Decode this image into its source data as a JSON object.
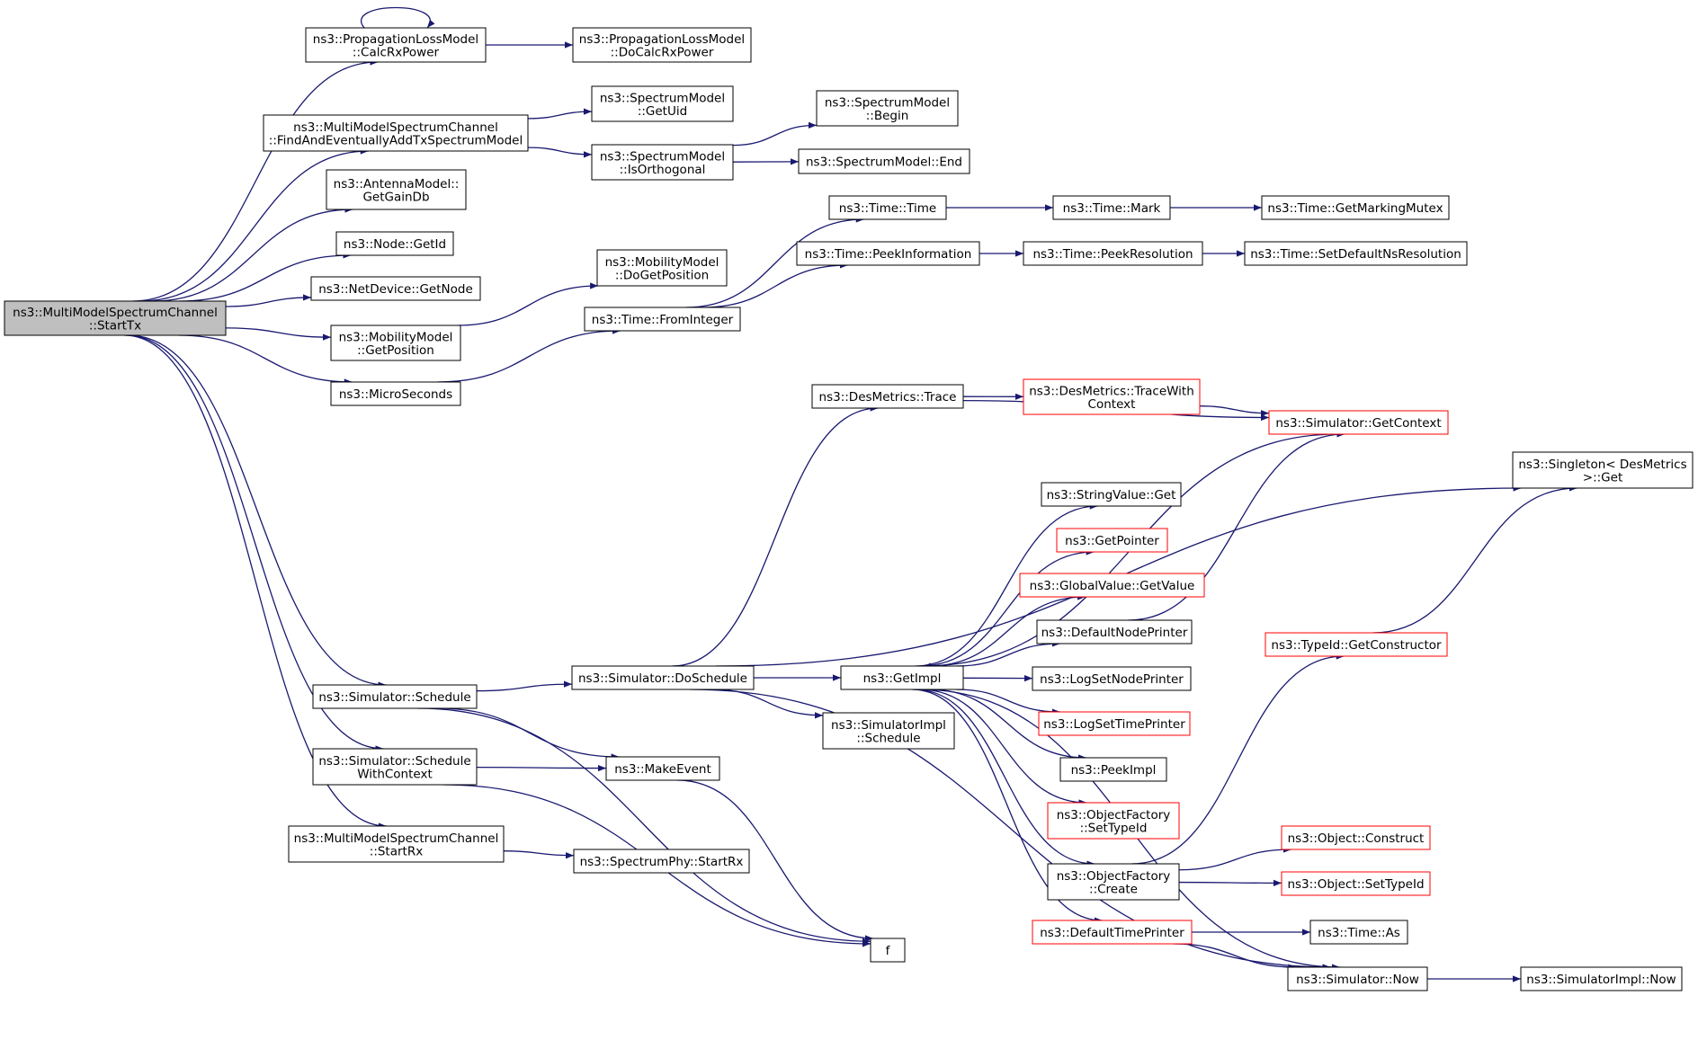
{
  "colors": {
    "edge": "#191970",
    "node_border": "#000000",
    "incomplete_border": "#ff0000",
    "root_fill": "#bfbfbf"
  },
  "nodes": [
    {
      "id": "startTx",
      "lines": [
        "ns3::MultiModelSpectrumChannel",
        "::StartTx"
      ],
      "style": "root"
    },
    {
      "id": "calcRx",
      "lines": [
        "ns3::PropagationLossModel",
        "::CalcRxPower"
      ],
      "style": "normal"
    },
    {
      "id": "doCalcRx",
      "lines": [
        "ns3::PropagationLossModel",
        "::DoCalcRxPower"
      ],
      "style": "normal"
    },
    {
      "id": "findAdd",
      "lines": [
        "ns3::MultiModelSpectrumChannel",
        "::FindAndEventuallyAddTxSpectrumModel"
      ],
      "style": "normal"
    },
    {
      "id": "getUid",
      "lines": [
        "ns3::SpectrumModel",
        "::GetUid"
      ],
      "style": "normal"
    },
    {
      "id": "isOrtho",
      "lines": [
        "ns3::SpectrumModel",
        "::IsOrthogonal"
      ],
      "style": "normal"
    },
    {
      "id": "smBegin",
      "lines": [
        "ns3::SpectrumModel",
        "::Begin"
      ],
      "style": "normal"
    },
    {
      "id": "smEnd",
      "lines": [
        "ns3::SpectrumModel::End"
      ],
      "style": "normal"
    },
    {
      "id": "gainDb",
      "lines": [
        "ns3::AntennaModel::",
        "GetGainDb"
      ],
      "style": "normal"
    },
    {
      "id": "nodeGetId",
      "lines": [
        "ns3::Node::GetId"
      ],
      "style": "normal"
    },
    {
      "id": "getNode",
      "lines": [
        "ns3::NetDevice::GetNode"
      ],
      "style": "normal"
    },
    {
      "id": "getPos",
      "lines": [
        "ns3::MobilityModel",
        "::GetPosition"
      ],
      "style": "normal"
    },
    {
      "id": "doGetPos",
      "lines": [
        "ns3::MobilityModel",
        "::DoGetPosition"
      ],
      "style": "normal"
    },
    {
      "id": "micro",
      "lines": [
        "ns3::MicroSeconds"
      ],
      "style": "normal"
    },
    {
      "id": "fromInt",
      "lines": [
        "ns3::Time::FromInteger"
      ],
      "style": "normal"
    },
    {
      "id": "timeTime",
      "lines": [
        "ns3::Time::Time"
      ],
      "style": "normal"
    },
    {
      "id": "timeMark",
      "lines": [
        "ns3::Time::Mark"
      ],
      "style": "normal"
    },
    {
      "id": "markMutex",
      "lines": [
        "ns3::Time::GetMarkingMutex"
      ],
      "style": "normal"
    },
    {
      "id": "peekInfo",
      "lines": [
        "ns3::Time::PeekInformation"
      ],
      "style": "normal"
    },
    {
      "id": "peekRes",
      "lines": [
        "ns3::Time::PeekResolution"
      ],
      "style": "normal"
    },
    {
      "id": "setDefRes",
      "lines": [
        "ns3::Time::SetDefaultNsResolution"
      ],
      "style": "normal"
    },
    {
      "id": "desTrace",
      "lines": [
        "ns3::DesMetrics::Trace"
      ],
      "style": "normal"
    },
    {
      "id": "traceWith",
      "lines": [
        "ns3::DesMetrics::TraceWith",
        "Context"
      ],
      "style": "red"
    },
    {
      "id": "getContext",
      "lines": [
        "ns3::Simulator::GetContext"
      ],
      "style": "red"
    },
    {
      "id": "singleton",
      "lines": [
        "ns3::Singleton< DesMetrics",
        " >::Get"
      ],
      "style": "normal"
    },
    {
      "id": "strGet",
      "lines": [
        "ns3::StringValue::Get"
      ],
      "style": "normal"
    },
    {
      "id": "getPointer",
      "lines": [
        "ns3::GetPointer"
      ],
      "style": "red"
    },
    {
      "id": "gvGetValue",
      "lines": [
        "ns3::GlobalValue::GetValue"
      ],
      "style": "red"
    },
    {
      "id": "defNodePr",
      "lines": [
        "ns3::DefaultNodePrinter"
      ],
      "style": "normal"
    },
    {
      "id": "getImpl",
      "lines": [
        "ns3::GetImpl"
      ],
      "style": "normal"
    },
    {
      "id": "logNodePr",
      "lines": [
        "ns3::LogSetNodePrinter"
      ],
      "style": "normal"
    },
    {
      "id": "logTimePr",
      "lines": [
        "ns3::LogSetTimePrinter"
      ],
      "style": "red"
    },
    {
      "id": "peekImpl",
      "lines": [
        "ns3::PeekImpl"
      ],
      "style": "normal"
    },
    {
      "id": "ofSetType",
      "lines": [
        "ns3::ObjectFactory",
        "::SetTypeId"
      ],
      "style": "red"
    },
    {
      "id": "ofCreate",
      "lines": [
        "ns3::ObjectFactory",
        "::Create"
      ],
      "style": "normal"
    },
    {
      "id": "defTimePr",
      "lines": [
        "ns3::DefaultTimePrinter"
      ],
      "style": "red"
    },
    {
      "id": "getCtor",
      "lines": [
        "ns3::TypeId::GetConstructor"
      ],
      "style": "red"
    },
    {
      "id": "objConstruct",
      "lines": [
        "ns3::Object::Construct"
      ],
      "style": "red"
    },
    {
      "id": "objSetType",
      "lines": [
        "ns3::Object::SetTypeId"
      ],
      "style": "red"
    },
    {
      "id": "timeAs",
      "lines": [
        "ns3::Time::As"
      ],
      "style": "normal"
    },
    {
      "id": "simNow",
      "lines": [
        "ns3::Simulator::Now"
      ],
      "style": "normal"
    },
    {
      "id": "implNow",
      "lines": [
        "ns3::SimulatorImpl::Now"
      ],
      "style": "normal"
    },
    {
      "id": "doSchedule",
      "lines": [
        "ns3::Simulator::DoSchedule"
      ],
      "style": "normal"
    },
    {
      "id": "implSched",
      "lines": [
        "ns3::SimulatorImpl",
        "::Schedule"
      ],
      "style": "normal"
    },
    {
      "id": "simSched",
      "lines": [
        "ns3::Simulator::Schedule"
      ],
      "style": "normal"
    },
    {
      "id": "schedCtx",
      "lines": [
        "ns3::Simulator::Schedule",
        "WithContext"
      ],
      "style": "normal"
    },
    {
      "id": "makeEvent",
      "lines": [
        "ns3::MakeEvent"
      ],
      "style": "normal"
    },
    {
      "id": "fNode",
      "lines": [
        "f"
      ],
      "style": "normal"
    },
    {
      "id": "startRx",
      "lines": [
        "ns3::MultiModelSpectrumChannel",
        "::StartRx"
      ],
      "style": "normal"
    },
    {
      "id": "phyStartRx",
      "lines": [
        "ns3::SpectrumPhy::StartRx"
      ],
      "style": "normal"
    }
  ],
  "edges": [
    [
      "startTx",
      "calcRx"
    ],
    [
      "calcRx",
      "calcRx"
    ],
    [
      "calcRx",
      "doCalcRx"
    ],
    [
      "startTx",
      "findAdd"
    ],
    [
      "findAdd",
      "getUid"
    ],
    [
      "findAdd",
      "isOrtho"
    ],
    [
      "isOrtho",
      "smBegin"
    ],
    [
      "isOrtho",
      "smEnd"
    ],
    [
      "startTx",
      "gainDb"
    ],
    [
      "startTx",
      "nodeGetId"
    ],
    [
      "startTx",
      "getNode"
    ],
    [
      "startTx",
      "getPos"
    ],
    [
      "getPos",
      "doGetPos"
    ],
    [
      "startTx",
      "micro"
    ],
    [
      "micro",
      "fromInt"
    ],
    [
      "fromInt",
      "timeTime"
    ],
    [
      "fromInt",
      "peekInfo"
    ],
    [
      "timeTime",
      "timeMark"
    ],
    [
      "timeMark",
      "markMutex"
    ],
    [
      "peekInfo",
      "peekRes"
    ],
    [
      "peekRes",
      "setDefRes"
    ],
    [
      "startTx",
      "simSched"
    ],
    [
      "startTx",
      "schedCtx"
    ],
    [
      "startTx",
      "startRx"
    ],
    [
      "simSched",
      "doSchedule"
    ],
    [
      "simSched",
      "makeEvent"
    ],
    [
      "simSched",
      "fNode"
    ],
    [
      "schedCtx",
      "makeEvent"
    ],
    [
      "schedCtx",
      "fNode"
    ],
    [
      "makeEvent",
      "fNode"
    ],
    [
      "startRx",
      "phyStartRx"
    ],
    [
      "doSchedule",
      "desTrace"
    ],
    [
      "doSchedule",
      "singleton"
    ],
    [
      "doSchedule",
      "getImpl"
    ],
    [
      "doSchedule",
      "implSched"
    ],
    [
      "doSchedule",
      "simNow"
    ],
    [
      "desTrace",
      "traceWith"
    ],
    [
      "desTrace",
      "getContext"
    ],
    [
      "traceWith",
      "getContext"
    ],
    [
      "getContext",
      "getImpl"
    ],
    [
      "getImpl",
      "strGet"
    ],
    [
      "getImpl",
      "getPointer"
    ],
    [
      "getImpl",
      "gvGetValue"
    ],
    [
      "getImpl",
      "defNodePr"
    ],
    [
      "getImpl",
      "logNodePr"
    ],
    [
      "getImpl",
      "logTimePr"
    ],
    [
      "getImpl",
      "peekImpl"
    ],
    [
      "getImpl",
      "ofSetType"
    ],
    [
      "getImpl",
      "ofCreate"
    ],
    [
      "getImpl",
      "defTimePr"
    ],
    [
      "getImpl",
      "simNow"
    ],
    [
      "defNodePr",
      "getContext"
    ],
    [
      "ofCreate",
      "getCtor"
    ],
    [
      "ofCreate",
      "objConstruct"
    ],
    [
      "ofCreate",
      "objSetType"
    ],
    [
      "getCtor",
      "singleton"
    ],
    [
      "defTimePr",
      "timeAs"
    ],
    [
      "defTimePr",
      "simNow"
    ],
    [
      "simNow",
      "implNow"
    ]
  ]
}
